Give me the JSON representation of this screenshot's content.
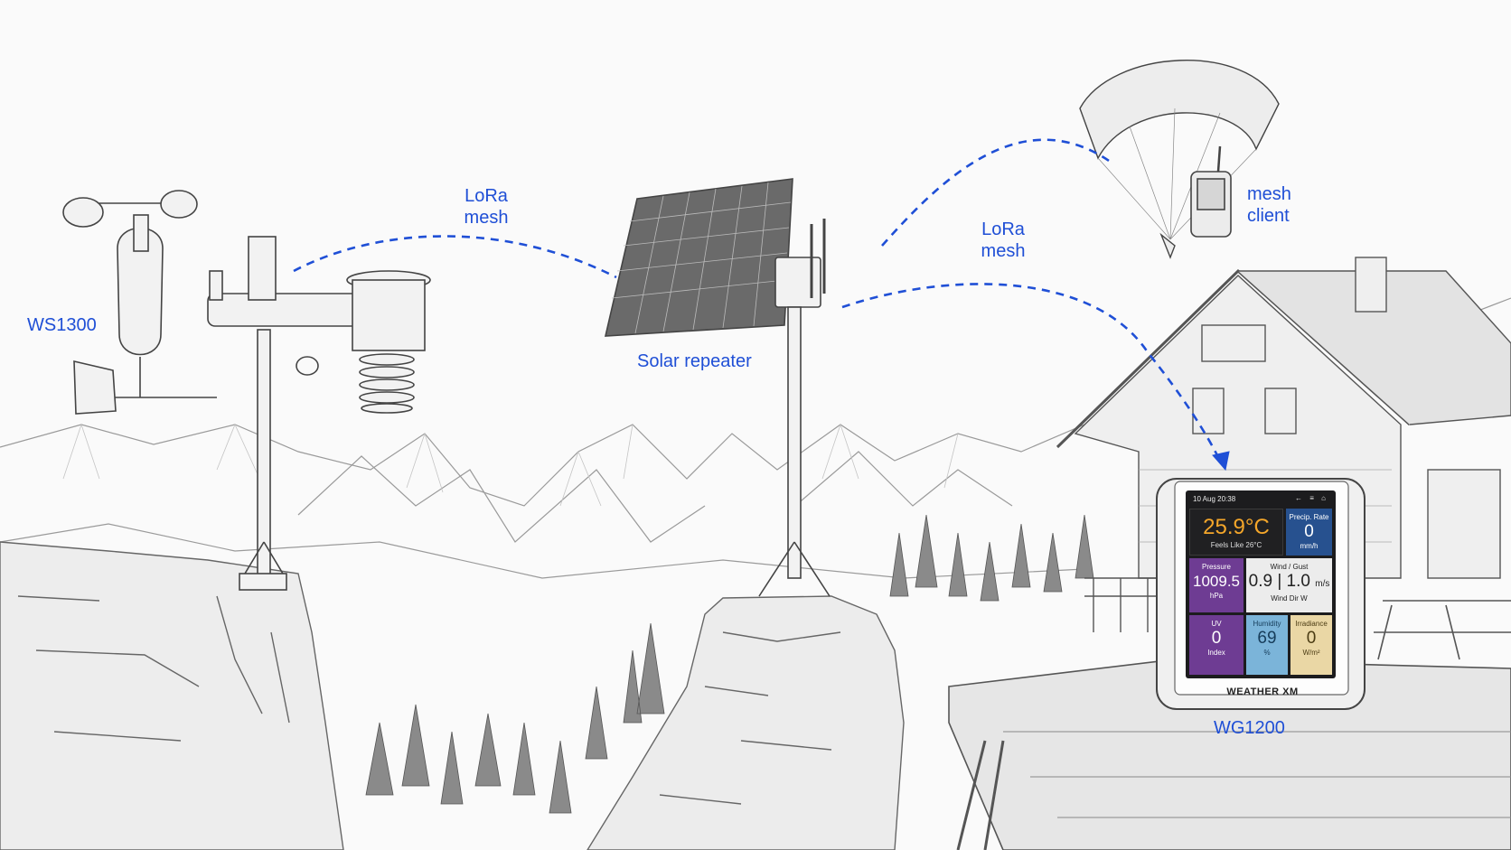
{
  "labels": {
    "ws1300": "WS1300",
    "lora_mesh_1": [
      "LoRa",
      "mesh"
    ],
    "solar_repeater": "Solar repeater",
    "lora_mesh_2": [
      "LoRa",
      "mesh"
    ],
    "mesh_client": [
      "mesh",
      "client"
    ],
    "wg1200": "WG1200"
  },
  "device_screen": {
    "status_date": "10 Aug 20:38",
    "status_icons": "← ≡ ⌂",
    "temperature": {
      "value": "25.9°C",
      "feels_like": "Feels Like 26°C"
    },
    "precip": {
      "title": "Precip. Rate",
      "value": "0",
      "unit": "mm/h"
    },
    "pressure": {
      "title": "Pressure",
      "value": "1009.5",
      "unit": "hPa"
    },
    "wind": {
      "title": "Wind / Gust",
      "value": "0.9 | 1.0",
      "unit": "m/s",
      "dir": "Wind Dir W"
    },
    "uv": {
      "title": "UV",
      "value": "0",
      "unit": "Index"
    },
    "humidity": {
      "title": "Humidity",
      "value": "69",
      "unit": "%"
    },
    "irradiance": {
      "title": "Irradiance",
      "value": "0",
      "unit": "W/m²"
    },
    "brand": "WEATHER XM"
  },
  "colors": {
    "label_blue": "#1f4fd6",
    "mesh_line": "#1f4fd6",
    "temp_orange": "#f4a62a",
    "precip_blue": "#27518f",
    "purple_tile": "#6e3c93",
    "humidity_tile": "#7bb4d9",
    "irradiance_tile": "#ead7a5",
    "sketch_ink": "#555555"
  }
}
